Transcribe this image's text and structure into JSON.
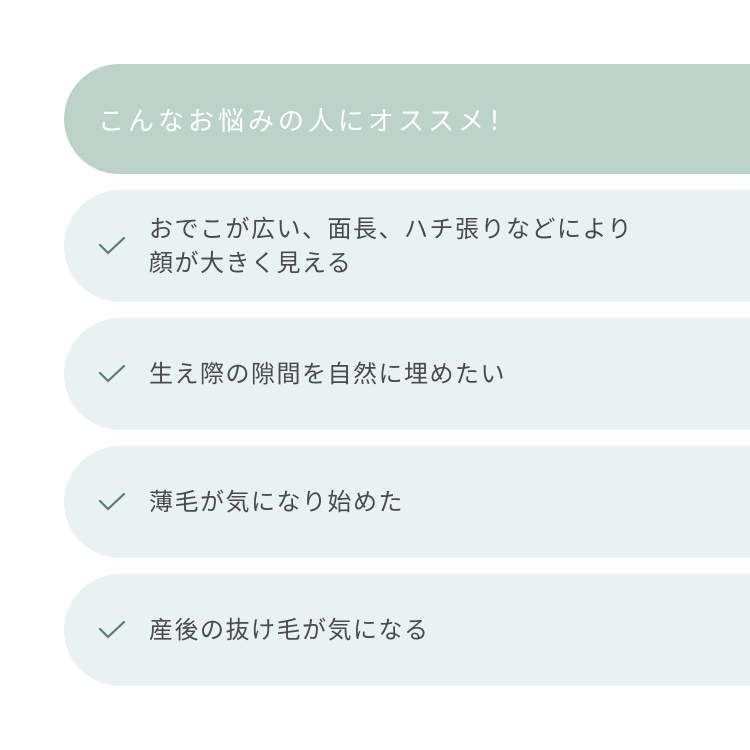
{
  "header": {
    "title": "こんなお悩みの人にオススメ！"
  },
  "items": [
    {
      "icon": "check-icon",
      "text": "おでこが広い、面長、ハチ張りなどにより\n顔が大きく見える"
    },
    {
      "icon": "check-icon",
      "text": "生え際の隙間を自然に埋めたい"
    },
    {
      "icon": "check-icon",
      "text": "薄毛が気になり始めた"
    },
    {
      "icon": "check-icon",
      "text": "産後の抜け毛が気になる"
    }
  ],
  "colors": {
    "header_bg": "#bcd3ca",
    "item_bg": "#e8f2f2",
    "check": "#5a7d74",
    "text": "#4a4a4a"
  }
}
